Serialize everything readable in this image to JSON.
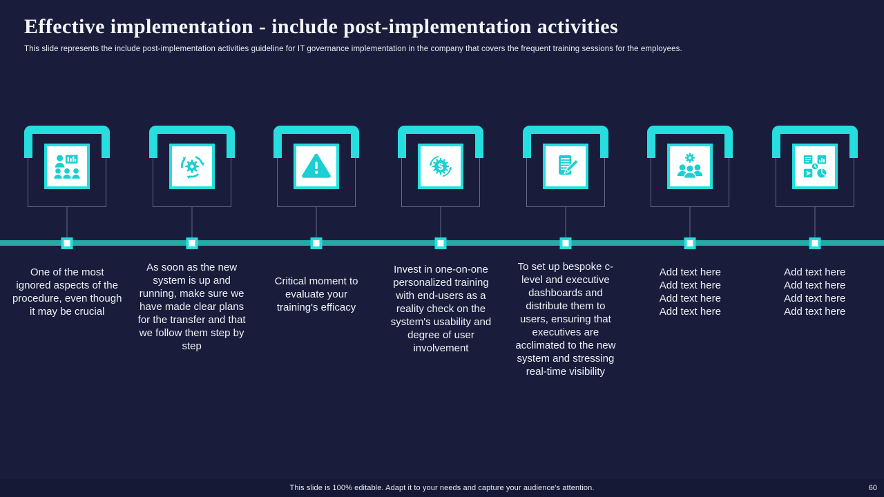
{
  "header": {
    "title": "Effective implementation - include post-implementation activities",
    "subtitle": "This slide represents the include post-implementation activities guideline for IT governance implementation in the company that covers the frequent training sessions for the employees."
  },
  "colors": {
    "background": "#191d3b",
    "accent_cyan": "#25dedd",
    "timeline_teal": "#27aaa6",
    "icon_cyan": "#1bcfd2",
    "text": "#eef0f6"
  },
  "timeline": {
    "items": [
      {
        "icon": "training-presentation-icon",
        "text": "One of the most ignored aspects of the procedure, even though it may be crucial"
      },
      {
        "icon": "process-cycle-gear-icon",
        "text": "As soon as the new system is up and running, make sure we have made clear plans for the transfer and that we follow them step by step"
      },
      {
        "icon": "warning-triangle-icon",
        "text": "Critical moment to evaluate your training's efficacy"
      },
      {
        "icon": "dollar-gear-cycle-icon",
        "text": "Invest in one-on-one personalized training with end-users as a reality check on the system's usability and degree of user involvement"
      },
      {
        "icon": "document-edit-icon",
        "text": "To set up bespoke c-level and executive dashboards and distribute them to users, ensuring that executives are acclimated to the new system and stressing real-time visibility"
      },
      {
        "icon": "team-gear-icon",
        "text": "Add text here\nAdd text here\nAdd text here\nAdd text here"
      },
      {
        "icon": "workflow-elements-icon",
        "text": "Add text here\nAdd text here\nAdd text here\nAdd text here"
      }
    ]
  },
  "footer": {
    "note": "This slide is 100% editable. Adapt it to your needs and capture your audience's attention.",
    "page_number": "60"
  }
}
